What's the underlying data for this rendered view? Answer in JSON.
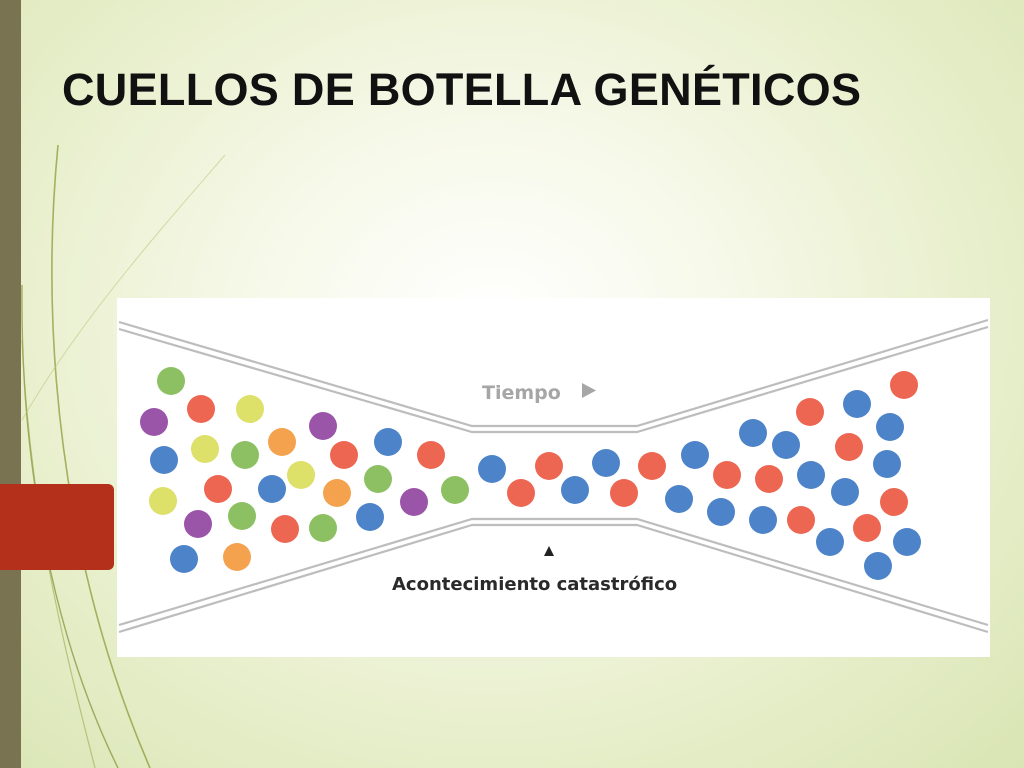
{
  "slide": {
    "title": "CUELLOS DE BOTELLA GENÉTICOS"
  },
  "diagram": {
    "time_label": "Tiempo",
    "time_arrow_icon": "triangle-right-icon",
    "event_label": "Acontecimiento catastrófico",
    "event_marker_icon": "triangle-up-icon"
  },
  "colors": {
    "accent_bar": "#7a7352",
    "accent_tab": "#b5301a",
    "title_text": "#111111",
    "allele_green": "#8dc063",
    "allele_yellow": "#dde069",
    "allele_purple": "#9a54a8",
    "allele_orange": "#f4a24e",
    "allele_red": "#ed6652",
    "allele_blue": "#4d83c8"
  }
}
